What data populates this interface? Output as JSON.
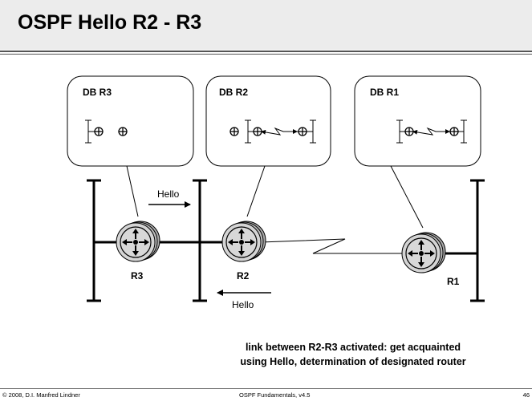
{
  "slide": {
    "title": "OSPF Hello R2 - R3"
  },
  "databases": [
    {
      "label": "DB R3"
    },
    {
      "label": "DB R2"
    },
    {
      "label": "DB R1"
    }
  ],
  "routers": [
    {
      "label": "R3"
    },
    {
      "label": "R2"
    },
    {
      "label": "R1"
    }
  ],
  "hello_messages": [
    {
      "label": "Hello",
      "direction": "R3 to R2"
    },
    {
      "label": "Hello",
      "direction": "R2 to R3"
    }
  ],
  "caption": {
    "line1": "link between R2-R3 activated: get acquainted",
    "line2": "using Hello, determination of designated router"
  },
  "footer": {
    "left": "© 2008, D.I. Manfred Lindner",
    "center": "OSPF Fundamentals, v4.5",
    "right": "46"
  },
  "colors": {
    "title_bar": "#ececec",
    "router_body": "#bdbdbd",
    "router_face": "#d4d4d4",
    "line": "#000000"
  }
}
